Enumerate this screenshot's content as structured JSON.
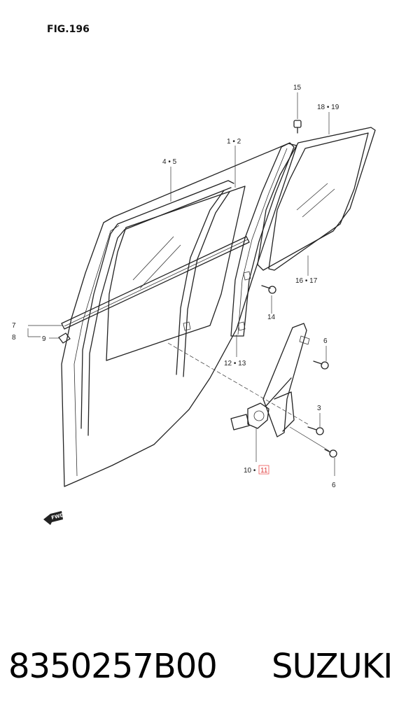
{
  "figure": {
    "title": "FIG.196",
    "fwd_label": "FWD"
  },
  "callouts": {
    "c15": "15",
    "c18_19": "18 • 19",
    "c1_2": "1 • 2",
    "c4_5": "4 • 5",
    "c16_17": "16 • 17",
    "c14": "14",
    "c7": "7",
    "c8": "8",
    "c9": "9",
    "c12_13": "12 • 13",
    "c6a": "6",
    "c3": "3",
    "c10": "10 •",
    "c11": "11",
    "c6b": "6"
  },
  "footer": {
    "part_number": "8350257B00",
    "brand": "SUZUKI"
  },
  "colors": {
    "highlight": "#dd3333"
  }
}
